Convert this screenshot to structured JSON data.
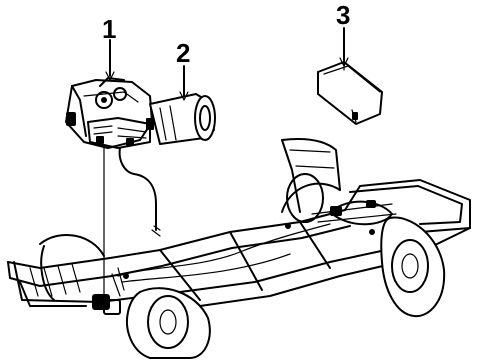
{
  "callouts": {
    "one": "1",
    "two": "2",
    "three": "3"
  },
  "parts": [
    {
      "callout": "1",
      "icon": "vacuum-pump-assembly"
    },
    {
      "callout": "2",
      "icon": "cylinder-motor"
    },
    {
      "callout": "3",
      "icon": "electronic-control-module"
    }
  ],
  "colors": {
    "line": "#000000",
    "background": "#ffffff"
  }
}
